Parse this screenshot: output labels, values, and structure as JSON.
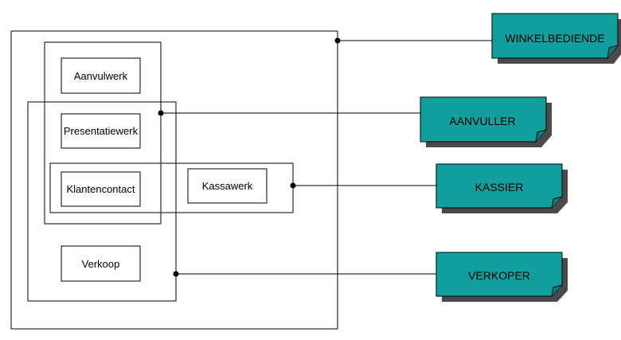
{
  "tasks": {
    "aanvulwerk": "Aanvulwerk",
    "presentatiewerk": "Presentatiewerk",
    "klantencontact": "Klantencontact",
    "kassawerk": "Kassawerk",
    "verkoop": "Verkoop"
  },
  "roles": {
    "winkelbediende": "WINKELBEDIENDE",
    "aanvuller": "AANVULLER",
    "kassier": "KASSIER",
    "verkoper": "VERKOPER"
  },
  "colors": {
    "role_fill": "#129e9c",
    "role_shadow": "#4a4a4a",
    "line": "#000000"
  }
}
